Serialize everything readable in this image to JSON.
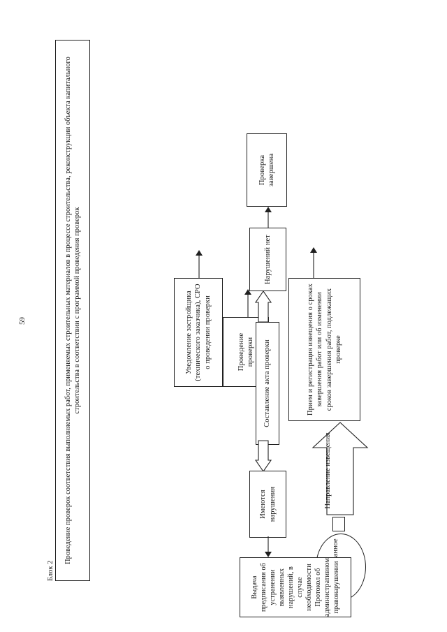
{
  "document": {
    "page_number": "59",
    "block_label": "Блок 2",
    "title": "Проведение проверок соответствия выполняемых работ, применяемых строительных материалов в процессе строительства, реконструкции объекта капитального строительства в соответствии с программой проведения проверок"
  },
  "flowchart": {
    "type": "process-flow",
    "orientation": "rotated-90-landscape",
    "nodes": [
      {
        "id": "title-banner",
        "shape": "rectangle",
        "text": "Проведение проверок соответствия выполняемых работ, применяемых строительных материалов в процессе строительства, реконструкции объекта капитального строительства в соответствии с программой проведения проверок"
      },
      {
        "id": "interested-person",
        "shape": "ellipse",
        "text": "Заинтересованное лицо"
      },
      {
        "id": "send-notice",
        "shape": "block-arrow",
        "text": "Направление извещения"
      },
      {
        "id": "receive-register",
        "shape": "rectangle",
        "text": "Прием и регистрация извещения о сроках завершения работ или об изменении сроков завершения работ, подлежащих проверке"
      },
      {
        "id": "notify-developer",
        "shape": "rectangle",
        "text": "Уведомление застройщика (технического заказчика), СРО о проведении проверки"
      },
      {
        "id": "conduct-check",
        "shape": "rectangle",
        "text": "Проведение проверки"
      },
      {
        "id": "compose-act",
        "shape": "rectangle",
        "text": "Составление акта проверки"
      },
      {
        "id": "violations-found",
        "shape": "rectangle",
        "text": "Имеются нарушения"
      },
      {
        "id": "no-violations",
        "shape": "rectangle",
        "text": "Нарушений нет"
      },
      {
        "id": "issue-order",
        "shape": "rectangle",
        "text": "Выдача предписания об устранении выявленных нарушений, в случае необходимости Протокол об административном правонарушении"
      },
      {
        "id": "check-finished",
        "shape": "rectangle",
        "text": "Проверка завершена"
      }
    ],
    "edges": [
      {
        "from": "interested-person",
        "to": "send-notice"
      },
      {
        "from": "send-notice",
        "to": "receive-register"
      },
      {
        "from": "receive-register",
        "to": "notify-developer"
      },
      {
        "from": "notify-developer",
        "to": "conduct-check"
      },
      {
        "from": "conduct-check",
        "to": "compose-act"
      },
      {
        "from": "compose-act",
        "to": "violations-found"
      },
      {
        "from": "compose-act",
        "to": "no-violations"
      },
      {
        "from": "violations-found",
        "to": "issue-order"
      },
      {
        "from": "no-violations",
        "to": "check-finished"
      }
    ]
  }
}
